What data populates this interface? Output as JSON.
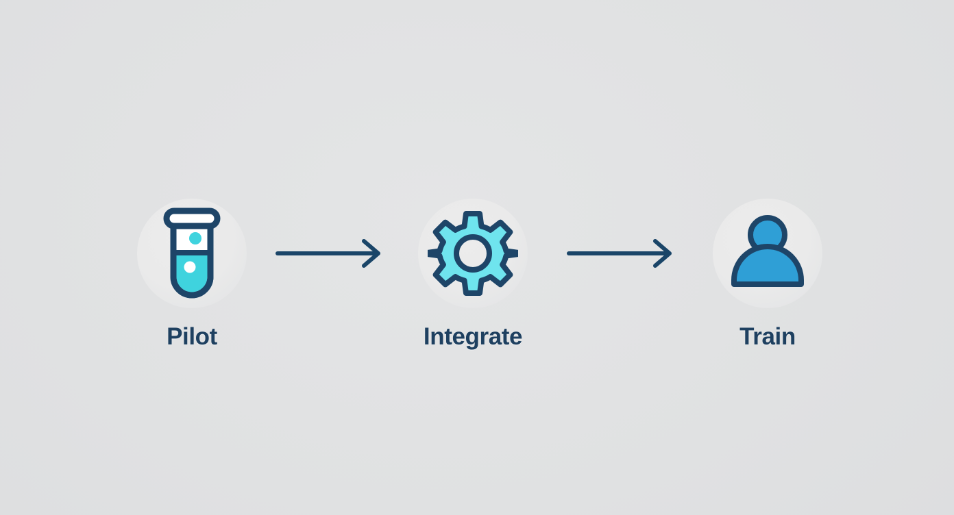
{
  "diagram": {
    "type": "horizontal-process-flow",
    "background_color": "#e0e1e2",
    "title": "",
    "steps": [
      {
        "id": "pilot",
        "label": "Pilot",
        "icon": "test-tube-icon",
        "icon_fill": "#3fd3de",
        "icon_stroke": "#1e4568",
        "disc_color": "#eaeaea"
      },
      {
        "id": "integrate",
        "label": "Integrate",
        "icon": "gear-icon",
        "icon_fill": "#6fe4ee",
        "icon_stroke": "#1e4568",
        "disc_color": "#eaeaea"
      },
      {
        "id": "train",
        "label": "Train",
        "icon": "person-icon",
        "icon_fill": "#2f9fd6",
        "icon_stroke": "#1e4568",
        "disc_color": "#eaeaea"
      }
    ],
    "connectors": [
      {
        "id": "arrow-pilot-to-integrate",
        "type": "arrow-right",
        "color": "#1a4568"
      },
      {
        "id": "arrow-integrate-to-train",
        "type": "arrow-right",
        "color": "#1a4568"
      }
    ],
    "colors": {
      "text": "#1e4060",
      "stroke": "#1e4568",
      "cyan": "#3fd3de",
      "light_cyan": "#6fe4ee",
      "blue": "#2f9fd6",
      "arrow": "#1a4568"
    }
  }
}
